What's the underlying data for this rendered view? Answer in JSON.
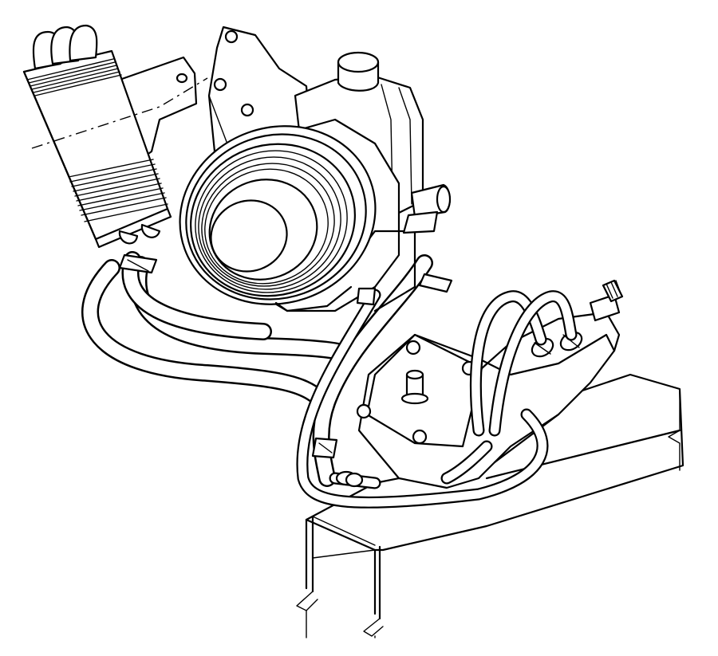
{
  "diagram": {
    "style": "black line-art technical illustration on white background",
    "components": [
      "power-steering-pump",
      "pump-pulley",
      "fluid-reservoir",
      "reservoir-cap",
      "mounting-bracket",
      "oil-cooler",
      "return-hose",
      "pressure-line",
      "hose-clamp",
      "steering-gear",
      "frame-rail"
    ]
  },
  "colors": {
    "line": "#000000",
    "background": "#ffffff"
  }
}
